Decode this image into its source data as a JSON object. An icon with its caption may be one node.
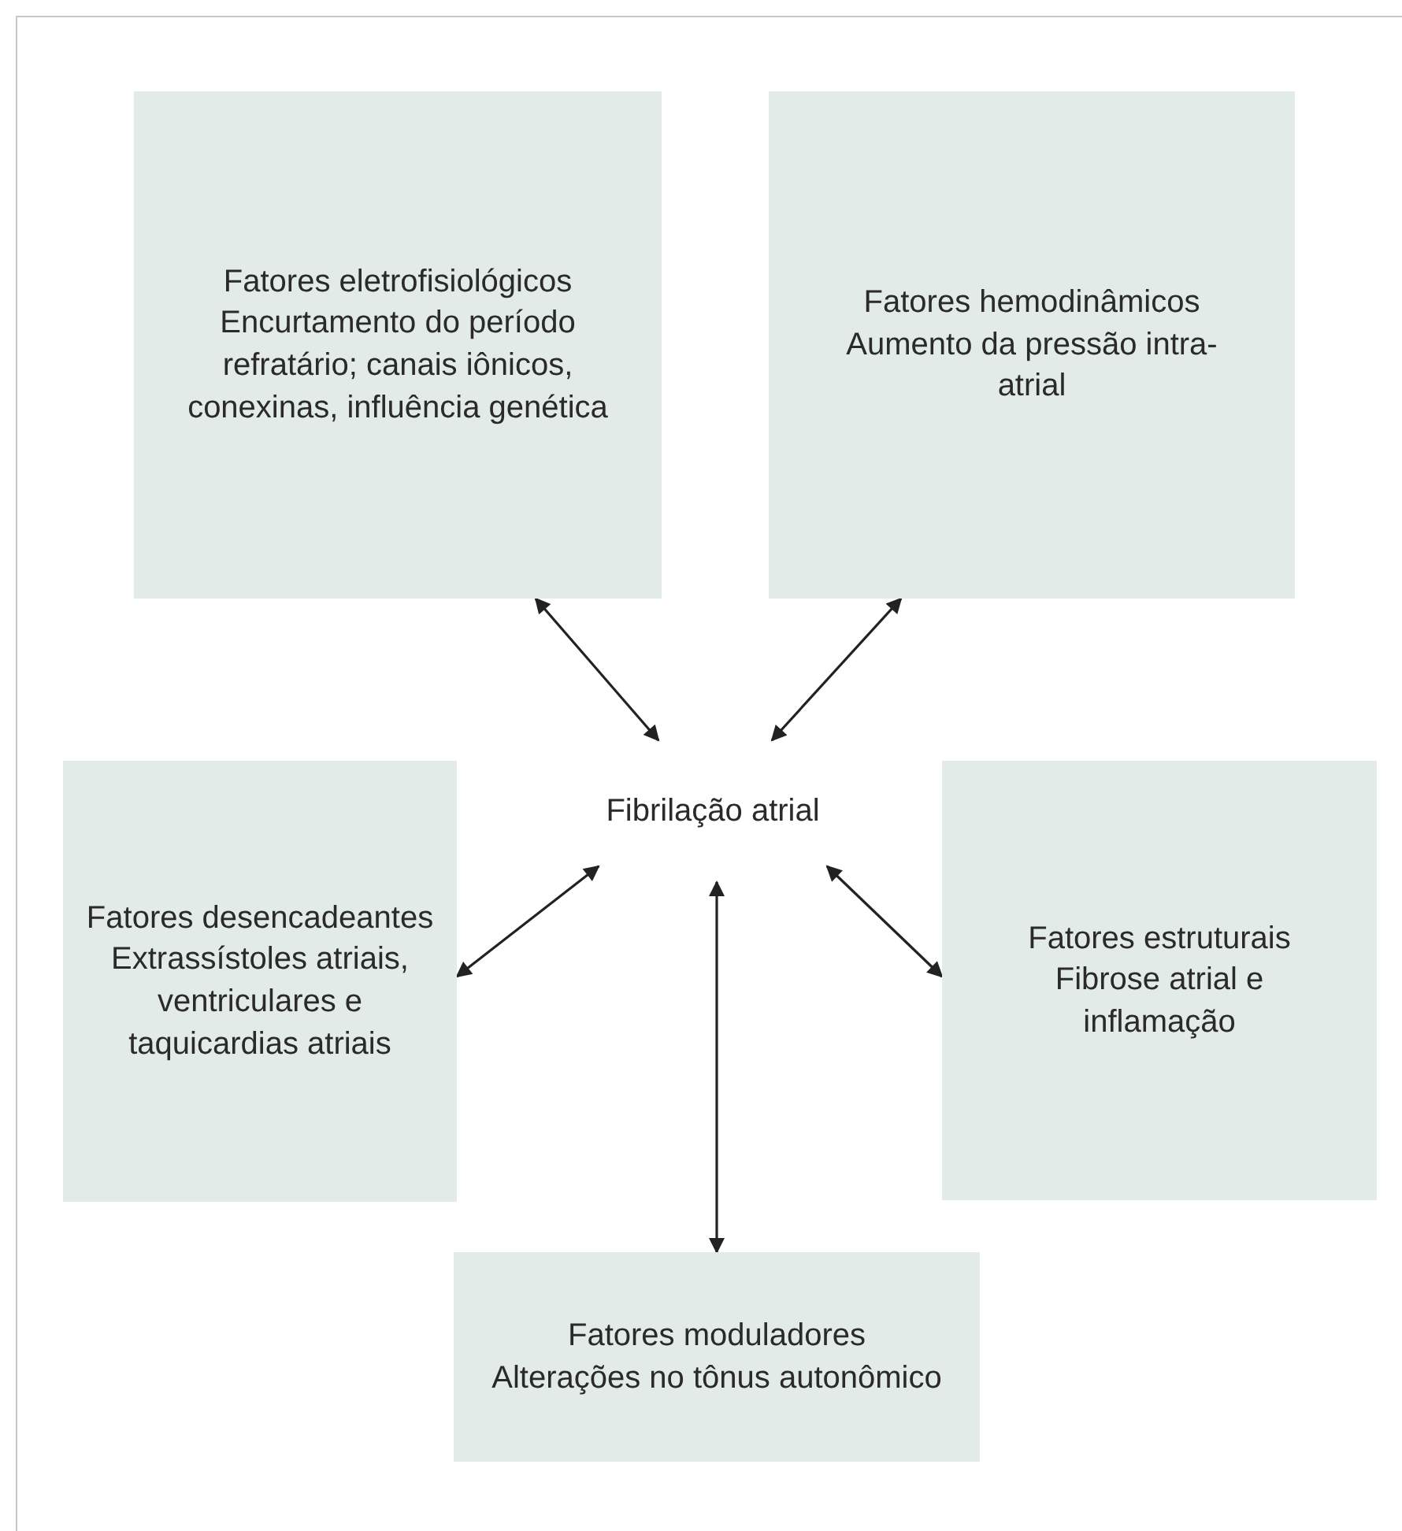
{
  "diagram": {
    "nodes": [
      {
        "text": [
          "Fatores eletrofisiológicos",
          "Encurtamento do período refratário; canais iônicos, conexinas, influência genética"
        ]
      },
      {
        "text": [
          "Fatores hemodinâmicos",
          "Aumento da pressão intra-atrial"
        ]
      },
      {
        "text": [
          "Fatores desencadeantes",
          "Extrassístoles atriais, ventriculares e taquicardias atriais"
        ]
      },
      {
        "text": [
          "Fibrilação atrial"
        ]
      },
      {
        "text": [
          "Fatores estruturais",
          "Fibrose atrial e inflamação"
        ]
      },
      {
        "text": [
          "Fatores moduladores",
          "Alterações no tônus autonômico"
        ]
      }
    ],
    "edges": [
      {
        "from": 3,
        "to": 0,
        "arrow": "both"
      },
      {
        "from": 3,
        "to": 1,
        "arrow": "both"
      },
      {
        "from": 3,
        "to": 2,
        "arrow": "both"
      },
      {
        "from": 3,
        "to": 4,
        "arrow": "both"
      },
      {
        "from": 3,
        "to": 5,
        "arrow": "both"
      }
    ]
  }
}
